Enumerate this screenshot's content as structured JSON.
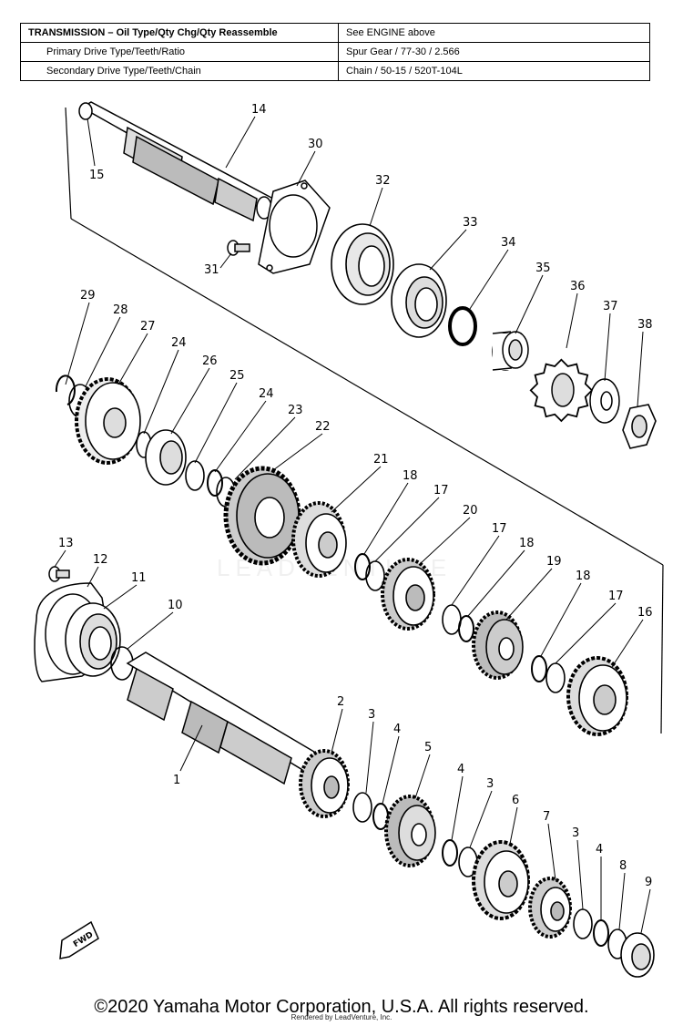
{
  "spec_table": {
    "rows": [
      {
        "label": "TRANSMISSION – Oil Type/Qty Chg/Qty Reassemble",
        "value": "See ENGINE above"
      },
      {
        "label": "Primary Drive Type/Teeth/Ratio",
        "value": "Spur Gear / 77-30 / 2.566"
      },
      {
        "label": "Secondary Drive Type/Teeth/Chain",
        "value": "Chain / 50-15 / 520T-104L"
      }
    ]
  },
  "callouts": [
    "14",
    "15",
    "30",
    "32",
    "31",
    "33",
    "34",
    "35",
    "36",
    "37",
    "38",
    "29",
    "28",
    "27",
    "24",
    "26",
    "25",
    "24",
    "23",
    "22",
    "21",
    "18",
    "17",
    "20",
    "17",
    "18",
    "19",
    "18",
    "17",
    "16",
    "13",
    "12",
    "11",
    "10",
    "1",
    "2",
    "3",
    "4",
    "5",
    "4",
    "3",
    "6",
    "7",
    "3",
    "4",
    "8",
    "9"
  ],
  "direction_marker": "FWD",
  "watermark": "LEADVENTURE",
  "copyright": "©2020 Yamaha Motor Corporation, U.S.A. All rights reserved.",
  "rendered_by": "Rendered by LeadVenture, Inc."
}
